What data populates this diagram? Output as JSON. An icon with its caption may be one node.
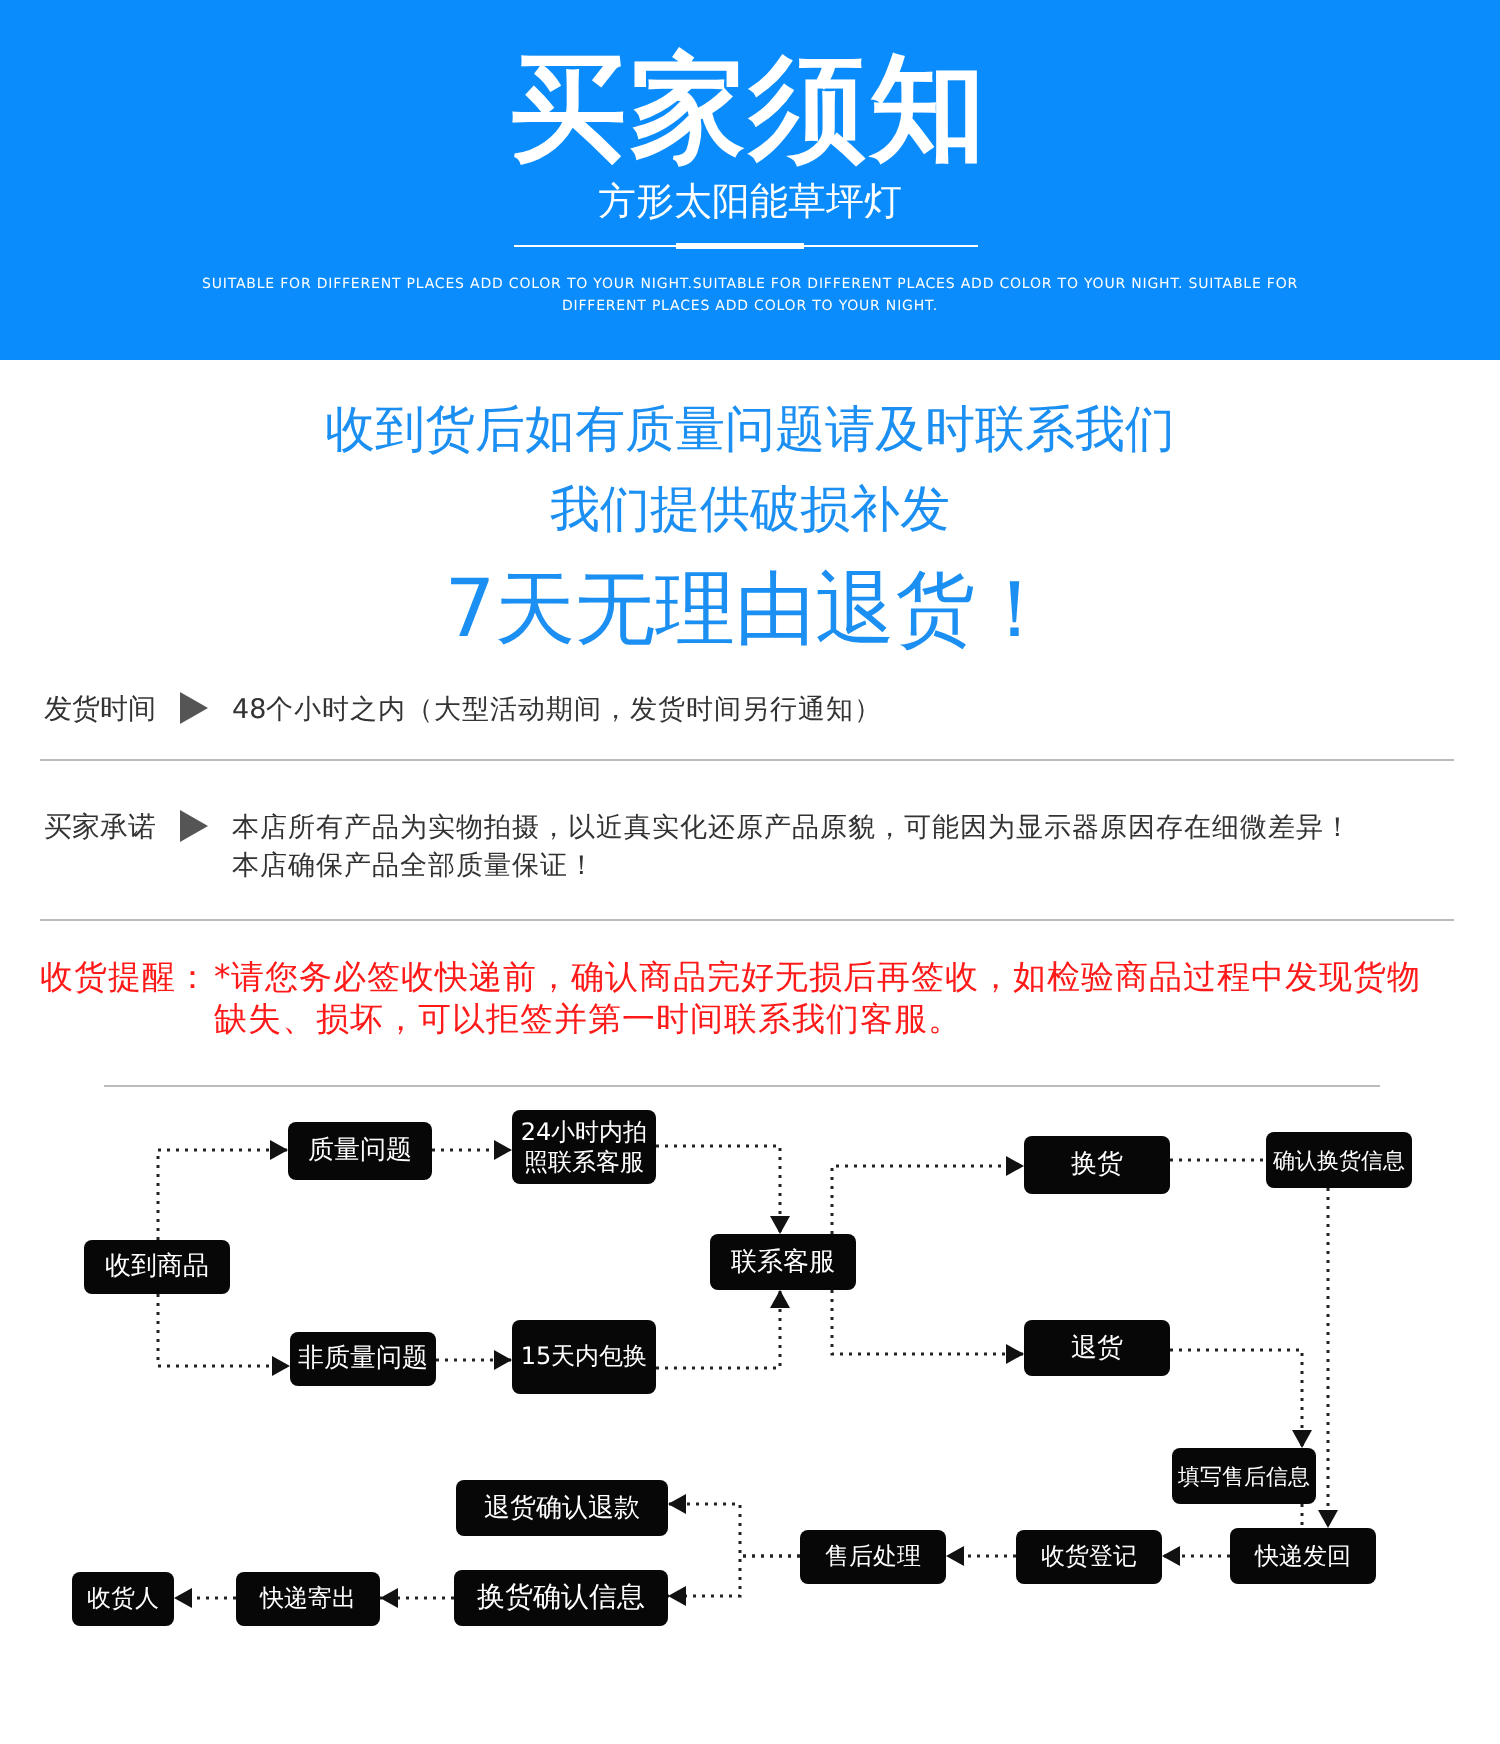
{
  "diagram": {
    "title": "买家须知",
    "nodes": [
      {
        "text": [
          "收到商品"
        ]
      },
      {
        "text": [
          "质量问题"
        ]
      },
      {
        "text": [
          "24小时内拍照联系客服"
        ]
      },
      {
        "text": [
          "非质量问题"
        ]
      },
      {
        "text": [
          "15天内包换"
        ]
      },
      {
        "text": [
          "联系客服"
        ]
      },
      {
        "text": [
          "换货"
        ]
      },
      {
        "text": [
          "确认换货信息"
        ]
      },
      {
        "text": [
          "退货"
        ]
      },
      {
        "text": [
          "填写售后信息"
        ]
      },
      {
        "text": [
          "退货确认退款"
        ]
      },
      {
        "text": [
          "售后处理"
        ]
      },
      {
        "text": [
          "收货登记"
        ]
      },
      {
        "text": [
          "快递发回"
        ]
      },
      {
        "text": [
          "收货人"
        ]
      },
      {
        "text": [
          "快递寄出"
        ]
      },
      {
        "text": [
          "换货确认信息"
        ]
      }
    ],
    "edges": [
      {
        "from": 0,
        "to": 1,
        "arrow": "to"
      },
      {
        "from": 0,
        "to": 3,
        "arrow": "to"
      },
      {
        "from": 1,
        "to": 2,
        "arrow": "to"
      },
      {
        "from": 3,
        "to": 4,
        "arrow": "to"
      },
      {
        "from": 2,
        "to": 5,
        "arrow": "to"
      },
      {
        "from": 4,
        "to": 5,
        "arrow": "to"
      },
      {
        "from": 5,
        "to": 6,
        "arrow": "to"
      },
      {
        "from": 5,
        "to": 8,
        "arrow": "to"
      },
      {
        "from": 6,
        "to": 7,
        "arrow": "none"
      },
      {
        "from": 7,
        "to": 13,
        "arrow": "to"
      },
      {
        "from": 8,
        "to": 9,
        "arrow": "to"
      },
      {
        "from": 9,
        "to": 13,
        "arrow": "none"
      },
      {
        "from": 13,
        "to": 12,
        "arrow": "to"
      },
      {
        "from": 12,
        "to": 11,
        "arrow": "to"
      },
      {
        "from": 11,
        "to": 10,
        "arrow": "to"
      },
      {
        "from": 11,
        "to": 16,
        "arrow": "to"
      },
      {
        "from": 16,
        "to": 15,
        "arrow": "to"
      },
      {
        "from": 15,
        "to": 14,
        "arrow": "to"
      }
    ],
    "labels": [
      "方形太阳能草坪灯",
      "SUITABLE FOR DIFFERENT PLACES ADD COLOR TO YOUR NIGHT.SUITABLE FOR DIFFERENT PLACES ADD COLOR TO YOUR NIGHT. SUITABLE FOR DIFFERENT PLACES ADD COLOR TO YOUR NIGHT.",
      "收到货后如有质量问题请及时联系我们",
      "我们提供破损补发",
      "7天无理由退货！",
      "发货时间",
      "48个小时之内（大型活动期间，发货时间另行通知）",
      "买家承诺",
      "本店所有产品为实物拍摄，以近真实化还原产品原貌，可能因为显示器原因存在细微差异！",
      "本店确保产品全部质量保证！",
      "收货提醒：",
      "*请您务必签收快递前，确认商品完好无损后再签收，如检验商品过程中发现货物缺失、损坏，可以拒签并第一时间联系我们客服。"
    ]
  }
}
